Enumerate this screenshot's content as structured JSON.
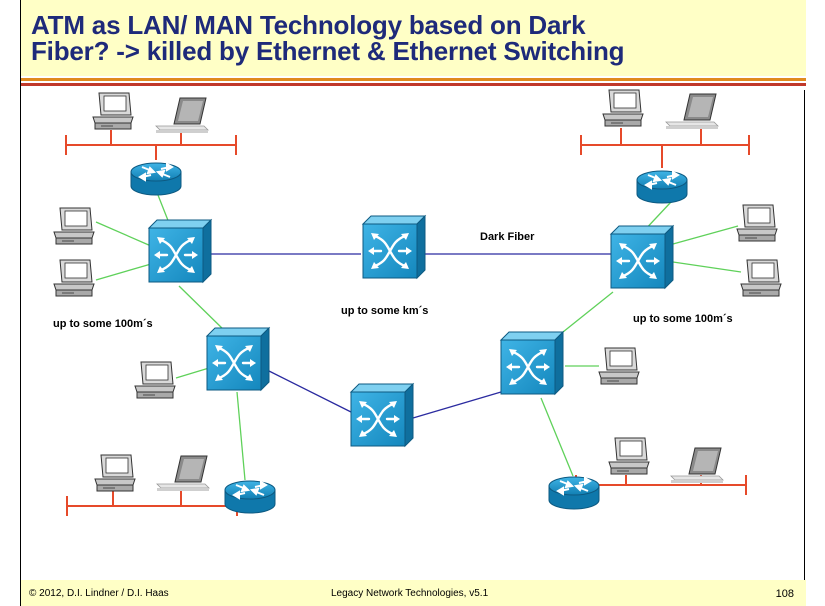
{
  "slide": {
    "title_line1": "ATM as LAN/ MAN Technology based on Dark",
    "title_line2": "Fiber? -> killed by Ethernet & Ethernet Switching"
  },
  "diagram": {
    "labels": {
      "dark_fiber": "Dark Fiber",
      "left_range": "up to some 100m´s",
      "center_range": "up to some km´s",
      "right_range": "up to some 100m´s"
    },
    "colors": {
      "wan_link": "#2b2ba0",
      "lan_link": "#5fd15a",
      "ethernet_segment": "#e64a2a",
      "atm_switch": "#1b9bd3",
      "router": "#1b9bd3"
    },
    "icons": [
      "pc-icon",
      "laptop-icon",
      "router-icon",
      "atm-switch-icon"
    ]
  },
  "footer": {
    "copyright": "© 2012, D.I. Lindner / D.I. Haas",
    "course": "Legacy Network Technologies, v5.1",
    "page_number": "108"
  }
}
